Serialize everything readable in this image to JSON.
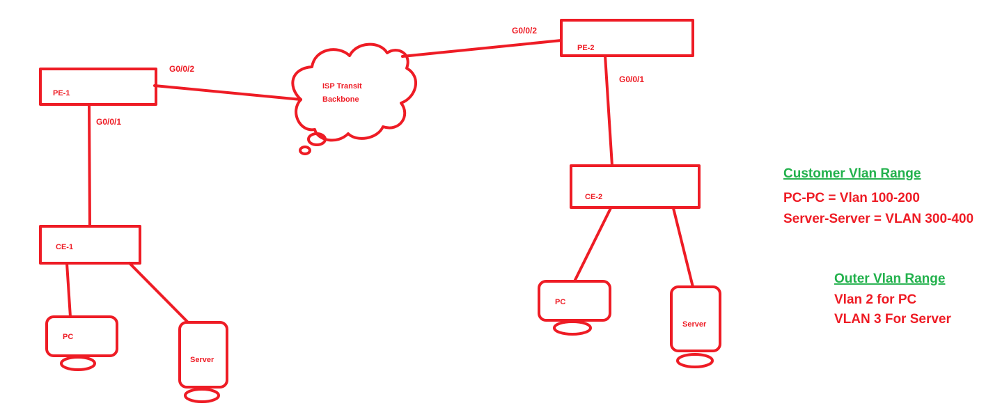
{
  "colors": {
    "stroke": "#ee1c25",
    "heading": "#22b14c",
    "text": "#ee1c25"
  },
  "devices": {
    "pe1": "PE-1",
    "pe2": "PE-2",
    "ce1": "CE-1",
    "ce2": "CE-2",
    "pc_left": "PC",
    "server_left": "Server",
    "pc_right": "PC",
    "server_right": "Server"
  },
  "cloud": {
    "line1": "ISP Transit",
    "line2": "Backbone"
  },
  "interfaces": {
    "pe1_uplink": "G0/0/2",
    "pe1_downlink": "G0/0/1",
    "pe2_uplink": "G0/0/2",
    "pe2_downlink": "G0/0/1"
  },
  "customer_vlan": {
    "title": "Customer Vlan Range",
    "lines": [
      "PC-PC = Vlan 100-200",
      "Server-Server = VLAN 300-400"
    ]
  },
  "outer_vlan": {
    "title": "Outer Vlan Range",
    "lines": [
      "Vlan 2 for PC",
      "VLAN 3 For Server"
    ]
  }
}
